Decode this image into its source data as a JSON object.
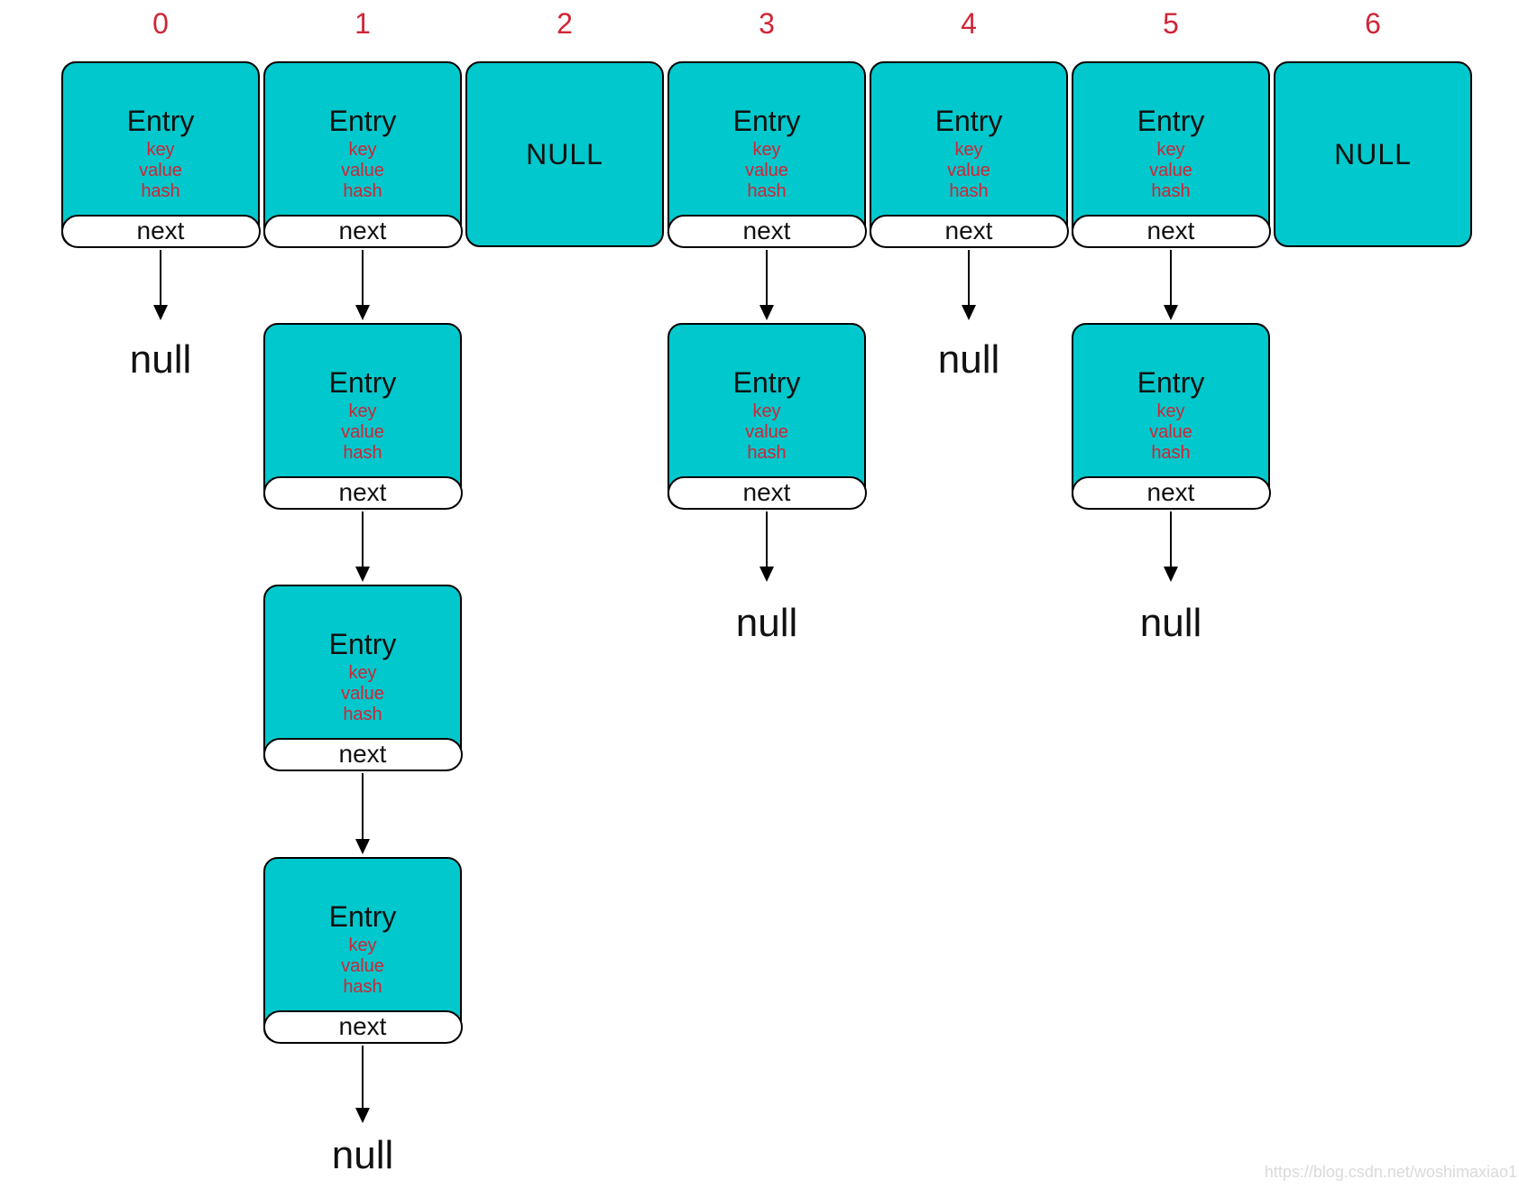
{
  "diagram": {
    "type": "hashmap-bucket-array-with-chains",
    "labels": {
      "entry": "Entry",
      "fields": [
        "key",
        "value",
        "hash"
      ],
      "next": "next",
      "null_bucket": "NULL",
      "null_terminator": "null"
    },
    "buckets": [
      {
        "index": "0",
        "type": "entry",
        "chain_entry_count": 1,
        "terminator": "null"
      },
      {
        "index": "1",
        "type": "entry",
        "chain_entry_count": 4,
        "terminator": "null"
      },
      {
        "index": "2",
        "type": "null",
        "label": "NULL"
      },
      {
        "index": "3",
        "type": "entry",
        "chain_entry_count": 2,
        "terminator": "null"
      },
      {
        "index": "4",
        "type": "entry",
        "chain_entry_count": 1,
        "terminator": "null"
      },
      {
        "index": "5",
        "type": "entry",
        "chain_entry_count": 2,
        "terminator": "null"
      },
      {
        "index": "6",
        "type": "null",
        "label": "NULL"
      }
    ],
    "colors": {
      "node_fill": "#00c8cc",
      "node_border": "#000000",
      "accent_red": "#d02536",
      "pill_fill": "#ffffff",
      "text_black": "#111111",
      "watermark_gray": "#dadada"
    }
  },
  "watermark": {
    "text": "https://blog.csdn.net/woshimaxiao1"
  }
}
